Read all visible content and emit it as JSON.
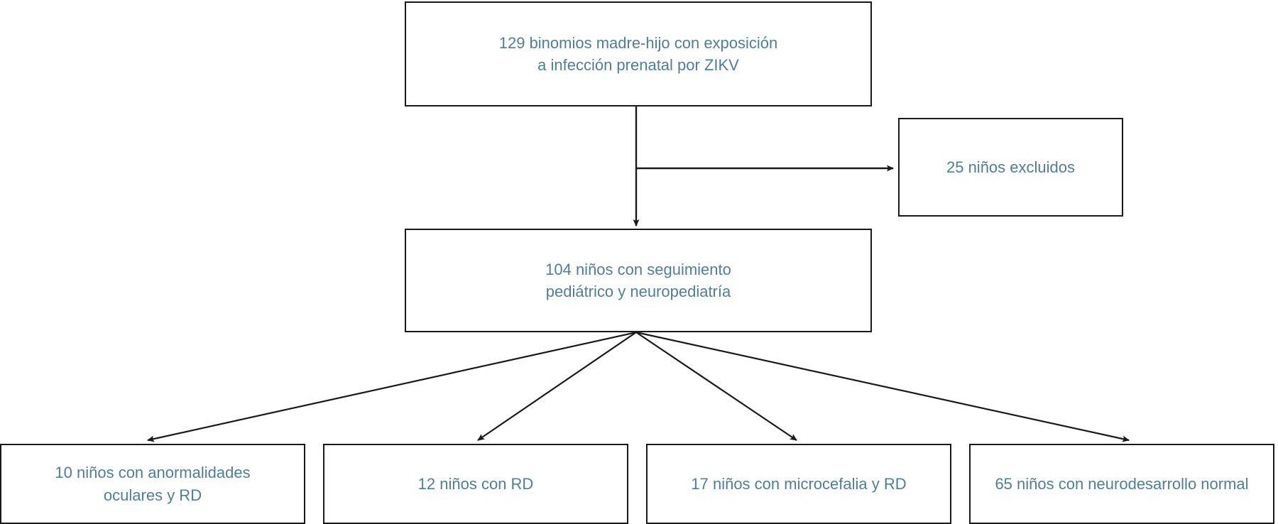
{
  "chart_data": {
    "type": "diagram",
    "diagram_kind": "flowchart",
    "title": "",
    "language": "es",
    "colors": {
      "text": "#4e7f99",
      "stroke": "#1a1a1a",
      "background": "#ffffff"
    },
    "nodes": [
      {
        "id": "source",
        "label": "129 binomios madre-hijo con exposición\na infección prenatal por ZIKV",
        "count": 129,
        "level": 0
      },
      {
        "id": "excluded",
        "label": "25 niños excluidos",
        "count": 25,
        "level": 1
      },
      {
        "id": "followed",
        "label": "104 niños con seguimiento\npediátrico y neuropediatría",
        "count": 104,
        "level": 2
      },
      {
        "id": "outcome-0",
        "label": "10 niños con anormalidades\noculares y RD",
        "count": 10,
        "level": 3
      },
      {
        "id": "outcome-1",
        "label": "12 niños con RD",
        "count": 12,
        "level": 3
      },
      {
        "id": "outcome-2",
        "label": "17 niños con microcefalia y RD",
        "count": 17,
        "level": 3
      },
      {
        "id": "outcome-3",
        "label": "65 niños con neurodesarrollo normal",
        "count": 65,
        "level": 3
      }
    ],
    "edges": [
      {
        "from": "source",
        "to": "followed",
        "style": "vertical-arrow"
      },
      {
        "from": "source",
        "to": "excluded",
        "style": "horizontal-arrow"
      },
      {
        "from": "followed",
        "to": "outcome-0",
        "style": "fan-arrow"
      },
      {
        "from": "followed",
        "to": "outcome-1",
        "style": "fan-arrow"
      },
      {
        "from": "followed",
        "to": "outcome-2",
        "style": "fan-arrow"
      },
      {
        "from": "followed",
        "to": "outcome-3",
        "style": "fan-arrow"
      }
    ]
  },
  "boxes": {
    "source": {
      "text": "129 binomios madre-hijo con exposición\na infección prenatal por ZIKV"
    },
    "excluded": {
      "text": "25 niños excluidos"
    },
    "followed": {
      "text": "104 niños con seguimiento\npediátrico y neuropediatría"
    },
    "outcomes": [
      {
        "text": "10 niños con anormalidades\noculares y RD"
      },
      {
        "text": "12 niños con RD"
      },
      {
        "text": "17 niños con microcefalia y RD"
      },
      {
        "text": "65 niños con neurodesarrollo normal"
      }
    ]
  }
}
